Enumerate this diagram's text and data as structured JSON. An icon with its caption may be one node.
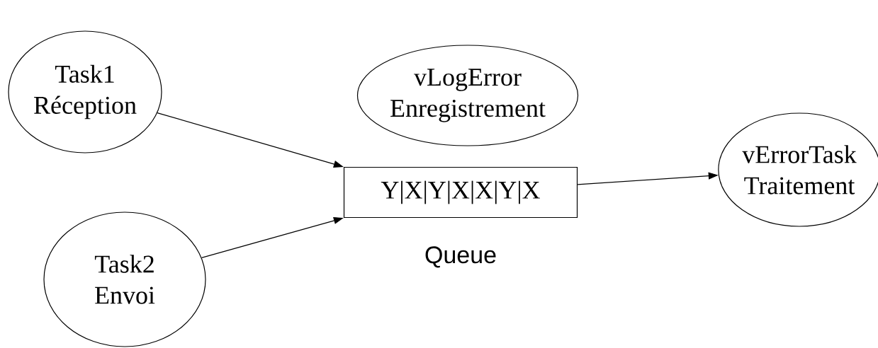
{
  "diagram": {
    "nodes": [
      {
        "text": [
          "Task1",
          "Réception"
        ]
      },
      {
        "text": [
          "vLogError",
          "Enregistrement"
        ]
      },
      {
        "text": [
          "Y|X|Y|X|X|Y|X"
        ],
        "beside": [
          "Queue"
        ]
      },
      {
        "text": [
          "vErrorTask",
          "Traitement"
        ]
      },
      {
        "text": [
          "Task2",
          "Envoi"
        ]
      }
    ],
    "edges": [
      {
        "from": 0,
        "to": 2,
        "arrow": "to"
      },
      {
        "from": 4,
        "to": 2,
        "arrow": "to"
      },
      {
        "from": 2,
        "to": 3,
        "arrow": "to"
      }
    ]
  }
}
